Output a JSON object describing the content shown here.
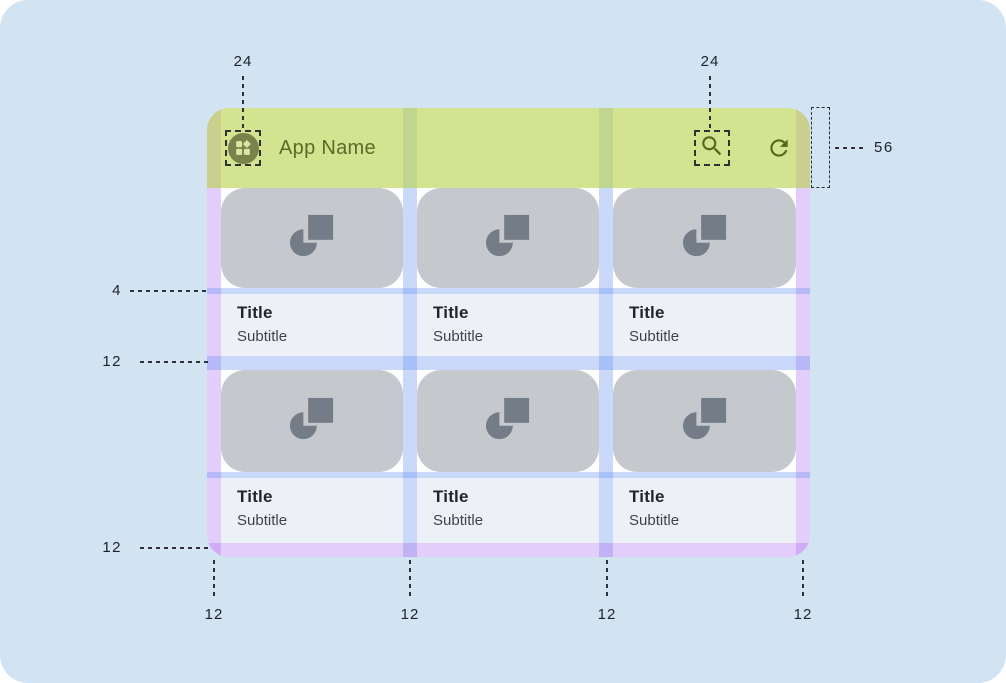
{
  "frame": {
    "app_bar": {
      "title": "App Name",
      "icons": [
        "app-logo-icon",
        "search-icon",
        "refresh-icon"
      ]
    },
    "cards": [
      {
        "title": "Title",
        "subtitle": "Subtitle"
      },
      {
        "title": "Title",
        "subtitle": "Subtitle"
      },
      {
        "title": "Title",
        "subtitle": "Subtitle"
      },
      {
        "title": "Title",
        "subtitle": "Subtitle"
      },
      {
        "title": "Title",
        "subtitle": "Subtitle"
      },
      {
        "title": "Title",
        "subtitle": "Subtitle"
      }
    ]
  },
  "annotations": {
    "top": {
      "left_icon_size": "24",
      "right_icon_size": "24"
    },
    "right": {
      "app_bar_height": "56"
    },
    "left": {
      "image_text_gap": "4",
      "row_gutter": "12",
      "bottom_margin": "12"
    },
    "bottom": [
      "12",
      "12",
      "12",
      "12"
    ]
  },
  "colors": {
    "canvas_bg": "#D2E3F2",
    "app_bar_overlay_green": "#D8E49C",
    "margin_overlay_purple": "#DFC9F5",
    "gutter_overlay_blue": "#C3D4F7",
    "card_image_gray": "#C5C8CD",
    "card_icon_gray": "#747C88",
    "card_text_bg": "#EDF0F7",
    "olive_accent": "#5A6A28",
    "annotation_text": "#20242A"
  }
}
